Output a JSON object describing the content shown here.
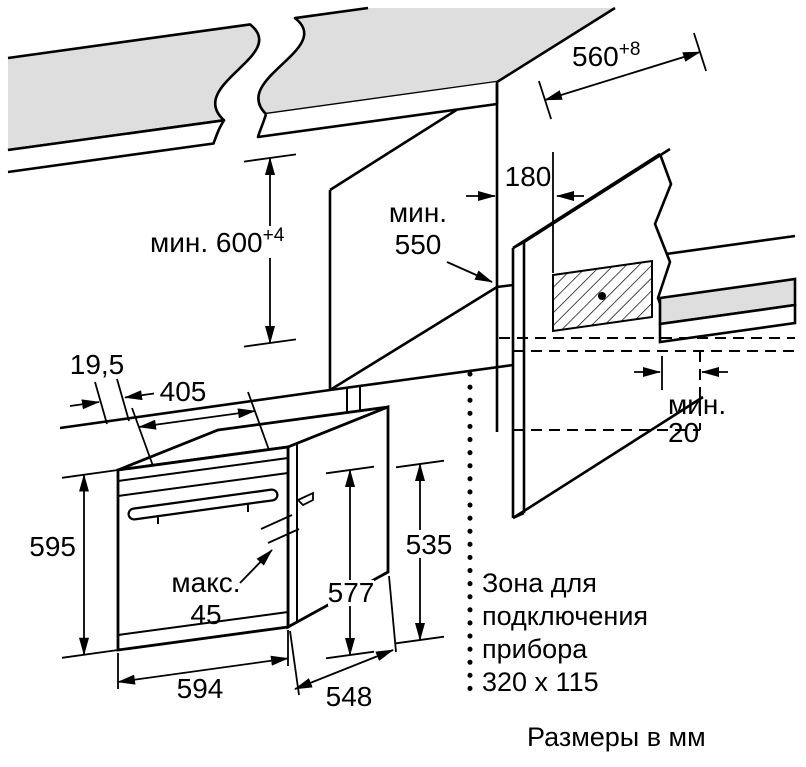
{
  "diagram": {
    "niche": {
      "width": "560",
      "width_tol": "+8",
      "height": "мин. 600",
      "height_tol": "+4",
      "depth_line1": "мин.",
      "depth_line2": "550",
      "socket_offset": "180",
      "rear_gap_line1": "мин.",
      "rear_gap_line2": "20"
    },
    "oven": {
      "frame_offset": "19,5",
      "top_width": "405",
      "front_height": "595",
      "handle_line1": "макс.",
      "handle_line2": "45",
      "inner_height": "577",
      "body_height": "535",
      "front_width": "594",
      "body_depth": "548"
    },
    "connection_zone": {
      "line1": "Зона для",
      "line2": "подключения",
      "line3": "прибора",
      "line4": "320 x 115"
    },
    "units_note": "Размеры в мм",
    "colors": {
      "surface": "#dedede",
      "line": "#000000",
      "background": "#ffffff"
    }
  }
}
